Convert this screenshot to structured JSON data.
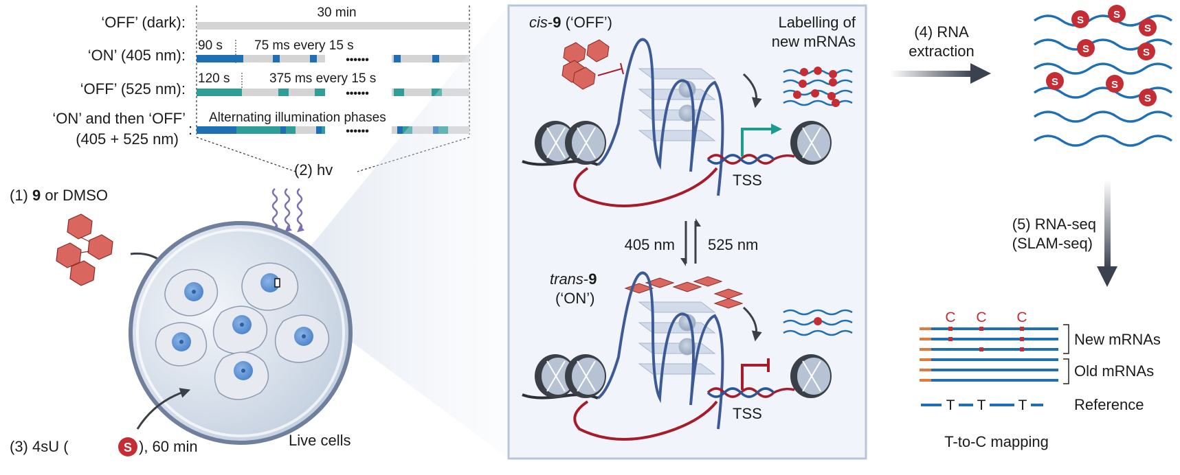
{
  "timeline": {
    "rows": [
      {
        "label": "‘OFF’ (dark):",
        "annotation": ""
      },
      {
        "label": "‘ON’ (405 nm):",
        "annotation": "75 ms every 15 s"
      },
      {
        "label": "‘OFF’ (525 nm):",
        "annotation": "375 ms every 15 s"
      },
      {
        "label": "‘ON’ and then ‘OFF’",
        "label2": "(405 + 525 nm)",
        "colon": ":",
        "annotation": "Alternating illumination phases"
      }
    ],
    "top_annotation": "30 min",
    "on_initial": "90 s",
    "off_initial": "120 s",
    "dots": "••••••"
  },
  "steps": {
    "step1_prefix": "(1) ",
    "step1_bold": "9",
    "step1_suffix": " or DMSO",
    "step2": "(2) hv",
    "step3_prefix": "(3) 4sU (",
    "step3_suffix": "), 60 min",
    "step4_line1": "(4) RNA",
    "step4_line2": "extraction",
    "step5_line1": "(5) RNA-seq",
    "step5_line2": "(SLAM-seq)"
  },
  "dish": {
    "caption": "Live cells"
  },
  "panel": {
    "cis_italic": "cis",
    "cis_bold": "9",
    "cis_suffix": " (‘OFF’)",
    "labelling_line1": "Labelling of",
    "labelling_line2": "new mRNAs",
    "wl_left": "405 nm",
    "wl_right": "525 nm",
    "trans_italic": "trans",
    "trans_bold": "9",
    "trans_line2": "(‘ON’)",
    "tss": "TSS"
  },
  "mapping": {
    "c_letter": "C",
    "t_letter": "T",
    "new_label": "New mRNAs",
    "old_label": "Old mRNAs",
    "ref_label": "Reference",
    "caption": "T-to-C mapping"
  },
  "s_symbol": "S",
  "colors": {
    "blue_on": "#1f6fb5",
    "teal_off": "#2e9e96",
    "gray_bar": "#d4d4d4",
    "molecule": "#d9665f",
    "chromatin": "#3d5a96",
    "rna_red": "#a61c2b",
    "rna_blue": "#1f6fb5",
    "panel_bg": "#f1f5fb"
  }
}
